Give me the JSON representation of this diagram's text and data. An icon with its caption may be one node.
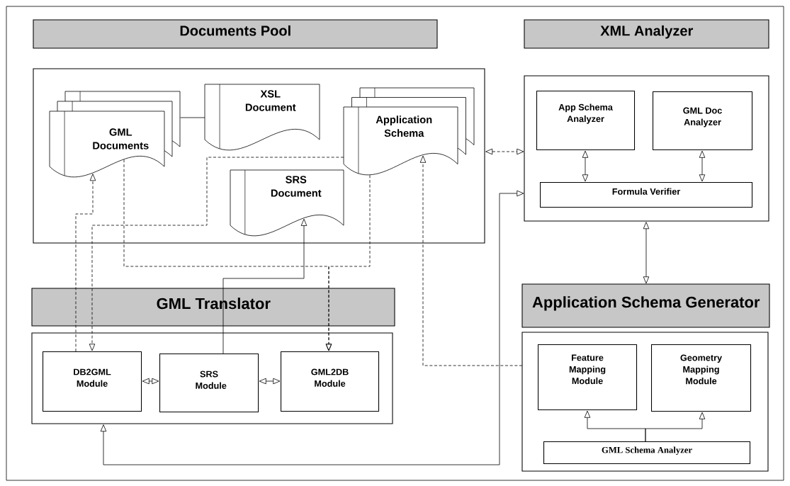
{
  "diagram": {
    "nodes": [
      {
        "text": [
          "Documents Pool"
        ]
      },
      {
        "text": [
          "GML Documents"
        ],
        "in": 0
      },
      {
        "text": [
          "XSL Document"
        ],
        "in": 0
      },
      {
        "text": [
          "Application Schema"
        ],
        "in": 0
      },
      {
        "text": [
          "SRS Document"
        ],
        "in": 0
      },
      {
        "text": [
          "XML Analyzer"
        ]
      },
      {
        "text": [
          "App Schema Analyzer"
        ],
        "in": 5
      },
      {
        "text": [
          "GML Doc Analyzer"
        ],
        "in": 5
      },
      {
        "text": [
          "Formula Verifier"
        ],
        "in": 5
      },
      {
        "text": [
          "GML Translator"
        ]
      },
      {
        "text": [
          "DB2GML Module"
        ],
        "in": 9
      },
      {
        "text": [
          "SRS Module"
        ],
        "in": 9
      },
      {
        "text": [
          "GML2DB Module"
        ],
        "in": 9
      },
      {
        "text": [
          "Application Schema Generator"
        ]
      },
      {
        "text": [
          "Feature Mapping Module"
        ],
        "in": 13
      },
      {
        "text": [
          "Geometry Mapping Module"
        ],
        "in": 13
      },
      {
        "text": [
          "GML Schema Analyzer"
        ],
        "in": 13
      }
    ],
    "edges": [
      {
        "from": 1,
        "to": 2,
        "arrow": "none"
      },
      {
        "from": 3,
        "to": 10,
        "arrow": "to",
        "style": "dashed"
      },
      {
        "from": 10,
        "to": 1,
        "arrow": "to",
        "style": "dashed"
      },
      {
        "from": 1,
        "to": 12,
        "arrow": "to",
        "style": "dashed"
      },
      {
        "from": 3,
        "to": 12,
        "arrow": "to",
        "style": "dashed"
      },
      {
        "from": 11,
        "to": 4,
        "arrow": "to"
      },
      {
        "from": 10,
        "to": 11,
        "arrow": "both"
      },
      {
        "from": 11,
        "to": 12,
        "arrow": "both"
      },
      {
        "from": 0,
        "to": 5,
        "arrow": "both",
        "style": "dashed"
      },
      {
        "from": 6,
        "to": 8,
        "arrow": "both"
      },
      {
        "from": 7,
        "to": 8,
        "arrow": "both"
      },
      {
        "from": 5,
        "to": 13,
        "arrow": "both"
      },
      {
        "from": 16,
        "to": 14,
        "arrow": "to"
      },
      {
        "from": 16,
        "to": 15,
        "arrow": "to"
      },
      {
        "from": 13,
        "to": 3,
        "arrow": "to",
        "style": "dashed"
      },
      {
        "from": 9,
        "to": 5,
        "arrow": "both"
      }
    ]
  }
}
